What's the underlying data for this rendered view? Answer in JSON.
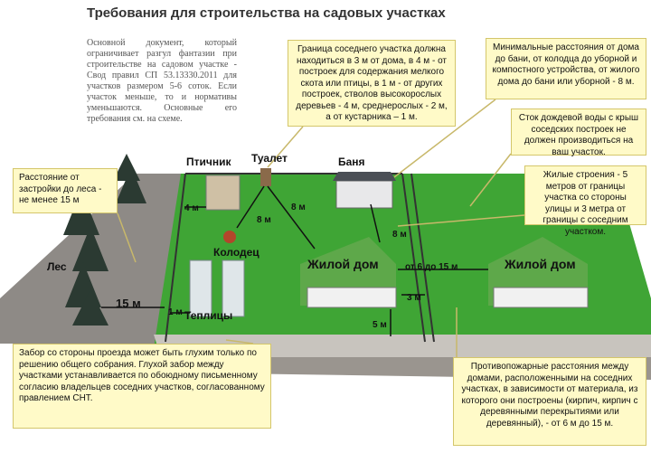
{
  "title": "Требования для строительства на садовых участках",
  "intro": "Основной документ, который ограничивает разгул фантазии при строительстве на садовом участке - Свод правил СП 53.13330.2011 для участков размером 5-6 соток. Если участок меньше, то и нормативы уменьшаются. Основные его требования см. на схеме.",
  "notes": {
    "neighbor_border": "Граница соседнего участка должна находиться в 3 м от дома, в 4 м - от построек для содержания мелкого скота или птицы, в 1 м - от других построек, стволов высокорослых деревьев - 4 м, среднерослых - 2 м, а от кустарника – 1 м.",
    "min_distances": "Минимальные расстояния от дома до бани, от колодца до уборной и компостного устройства, от жилого дома до бани или уборной - 8 м.",
    "forest": "Расстояние от застройки до леса - не менее 15 м",
    "rainwater": "Сток дождевой воды с крыш соседских построек не должен производиться на ваш участок.",
    "residential": "Жилые строения - 5 метров от границы участка со стороны улицы и  3 метра от границы с соседним участком.",
    "fence": "Забор со стороны проезда может быть глухим только по  решению общего собрания. Глухой забор между участками устанавливается по обоюдному письменному согласию владельцев соседних участков, согласованному правлением СНТ.",
    "fire": "Противопожарные расстояния между домами, расположенными на соседних участках, в зависимости от материала, из которого они построены (кирпич, кирпич с деревянными перекрытиями или деревянный), - от 6 м до 15 м."
  },
  "labels": {
    "forest": "Лес",
    "poultry": "Птичник",
    "toilet": "Туалет",
    "bath": "Баня",
    "well": "Колодец",
    "greenhouses": "Теплицы",
    "house_main": "Жилой дом",
    "house_neighbor": "Жилой дом"
  },
  "distances": {
    "forest": "15 м",
    "poultry": "4 м",
    "toilet_well": "8 м",
    "toilet_house": "8 м",
    "bath_house": "8 м",
    "greenhouse": "1 м",
    "house_neighbor": "3 м",
    "house_street": "5 м",
    "between_houses": "от 6 до 15 м"
  },
  "colors": {
    "note_bg": "#fffac8",
    "lawn": "#3fa535",
    "road": "#8e8a86",
    "roof": "#5ea84a"
  }
}
